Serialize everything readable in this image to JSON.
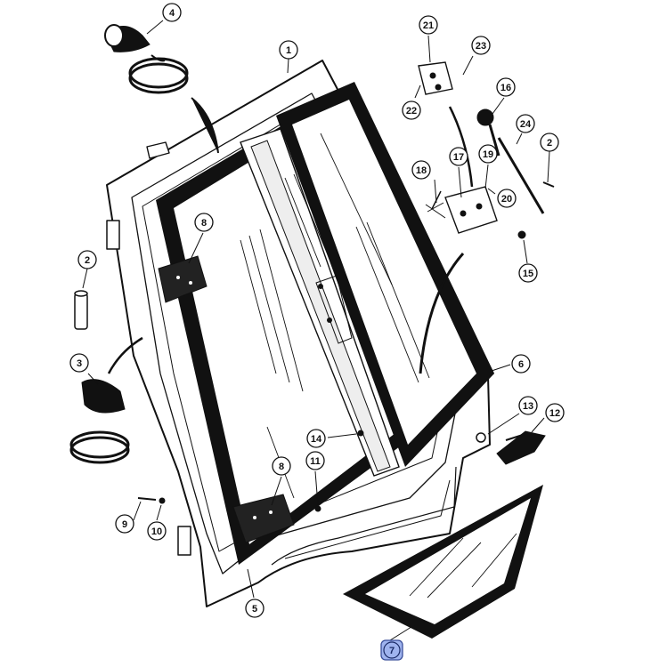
{
  "callouts": [
    {
      "id": "c1",
      "label": "1"
    },
    {
      "id": "c2a",
      "label": "2"
    },
    {
      "id": "c2b",
      "label": "2"
    },
    {
      "id": "c3",
      "label": "3"
    },
    {
      "id": "c4",
      "label": "4"
    },
    {
      "id": "c5",
      "label": "5"
    },
    {
      "id": "c6",
      "label": "6"
    },
    {
      "id": "c7",
      "label": "7",
      "selected": true
    },
    {
      "id": "c8a",
      "label": "8"
    },
    {
      "id": "c8b",
      "label": "8"
    },
    {
      "id": "c9",
      "label": "9"
    },
    {
      "id": "c10",
      "label": "10"
    },
    {
      "id": "c11",
      "label": "11"
    },
    {
      "id": "c12",
      "label": "12"
    },
    {
      "id": "c13",
      "label": "13"
    },
    {
      "id": "c14",
      "label": "14"
    },
    {
      "id": "c15",
      "label": "15"
    },
    {
      "id": "c16",
      "label": "16"
    },
    {
      "id": "c17",
      "label": "17"
    },
    {
      "id": "c18",
      "label": "18"
    },
    {
      "id": "c19",
      "label": "19"
    },
    {
      "id": "c20",
      "label": "20"
    },
    {
      "id": "c21",
      "label": "21"
    },
    {
      "id": "c22",
      "label": "22"
    },
    {
      "id": "c23",
      "label": "23"
    },
    {
      "id": "c24",
      "label": "24"
    }
  ],
  "colors": {
    "line": "#111111",
    "highlight_fill": "#9fb3ee",
    "highlight_stroke": "#3a4f9a"
  }
}
